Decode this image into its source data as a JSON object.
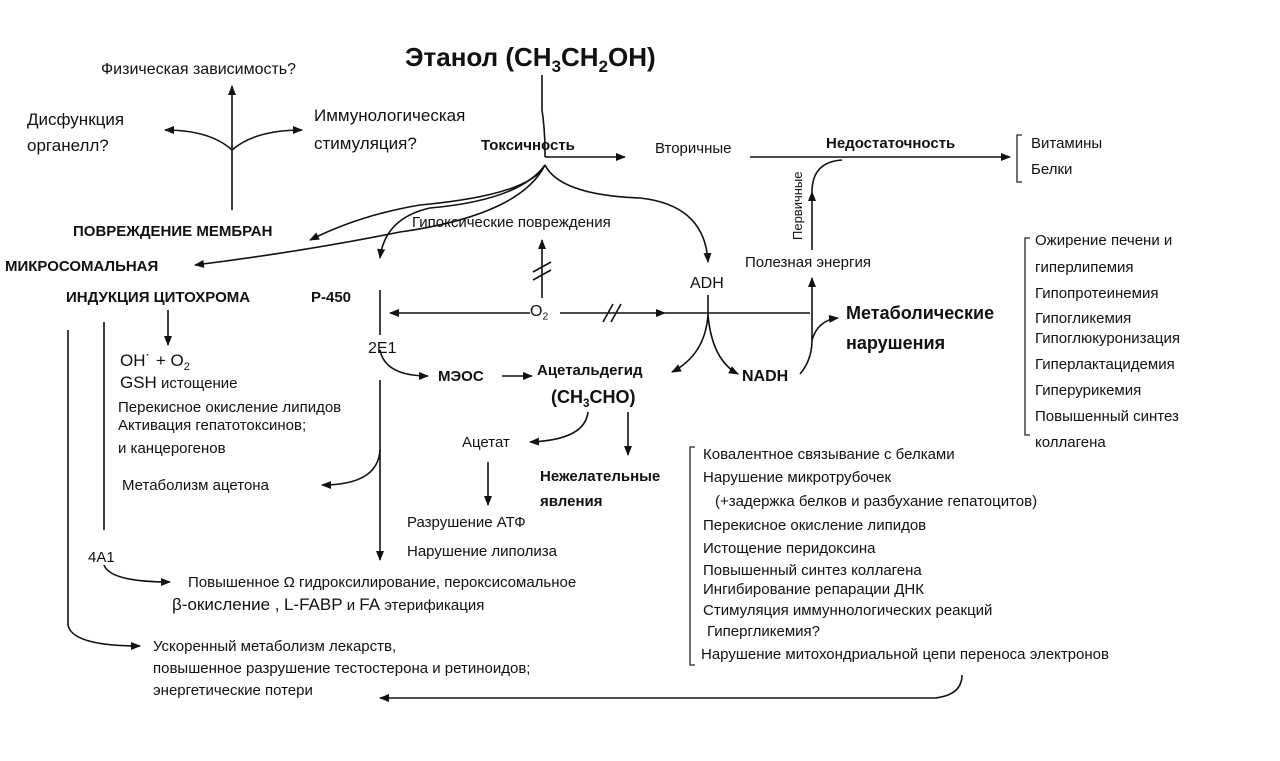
{
  "title": {
    "prefix": "Этанол (CH",
    "sub1": "3",
    "mid": "CH",
    "sub2": "2",
    "suffix": "OH)"
  },
  "top": {
    "physical_dependence": "Физическая зависимость?",
    "organelle_dysfunction_1": "Дисфункция",
    "organelle_dysfunction_2": "органелл?",
    "immuno_1": "Иммунологическая",
    "immuno_2": "стимуляция?",
    "toxicity": "Токсичность",
    "secondary": "Вторичные",
    "deficiency": "Недостаточность",
    "vitamins": "Витамины",
    "proteins": "Белки",
    "primary": "Первичные"
  },
  "middle": {
    "membrane_damage": "ПОВРЕЖДЕНИЕ МЕМБРАН",
    "hypoxic_damage": "Гипоксические повреждения",
    "microsomal": "МИКРОСОМАЛЬНАЯ",
    "induction": "ИНДУКЦИЯ ЦИТОХРОМА",
    "p450": "P-450",
    "adh": "ADH",
    "useful_energy": "Полезная энергия",
    "o2": "O",
    "o2_sub": "2",
    "metabolic_1": "Метаболические",
    "metabolic_2": "нарушения",
    "e1": "2E1",
    "meos": "МЭОС",
    "acetaldehyde": "Ацетальдегид",
    "acetaldehyde_formula": "(CH",
    "acetaldehyde_sub": "3",
    "acetaldehyde_suffix": "CHO)",
    "nadh": "NADH"
  },
  "metabolic_list": [
    "Ожирение печени и",
    "гиперлипемия",
    "Гипопротеинемия",
    "Гипогликемия",
    "Гипоглюкуронизация",
    "Гиперлактацидемия",
    "Гиперурикемия",
    "Повышенный синтез",
    "коллагена"
  ],
  "left_list": {
    "oh_o2": "OH˙ + O",
    "oh_o2_sub": "2",
    "gsh": "GSH",
    "gsh_rest": " истощение",
    "lipid_perox": "Перекисное окисление липидов",
    "hepatotoxin": "Активация гепатотоксинов;",
    "carcinogens": "и канцерогенов",
    "acetone": "Метаболизм ацетона"
  },
  "acetate": "Ацетат",
  "adverse_1": "Нежелательные",
  "adverse_2": "явления",
  "atp": "Разрушение АТФ",
  "lipolysis": "Нарушение липолиза",
  "a41": "4A1",
  "omega_1": "Повышенное Ω гидроксилирование, пероксисомальное",
  "omega_2a": "β-окисление ,",
  "omega_2b": "L-FABP",
  "omega_2c": " и ",
  "omega_2d": "FA",
  "omega_2e": " этерификация",
  "bottom_1": "Ускоренный метаболизм лекарств,",
  "bottom_2": "повышенное разрушение тестостерона и ретиноидов;",
  "bottom_3": "энергетические потери",
  "right_list": [
    "Ковалентное связывание с белками",
    "Нарушение микротрубочек",
    "(+задержка белков и разбухание гепатоцитов)",
    "Перекисное окисление липидов",
    "Истощение перидоксина",
    "Повышенный синтез коллагена",
    "Ингибирование репарации ДНК",
    "Стимуляция иммуннологических реакций",
    "Гипергликемия?",
    "Нарушение митохондриальной цепи переноса электронов"
  ]
}
